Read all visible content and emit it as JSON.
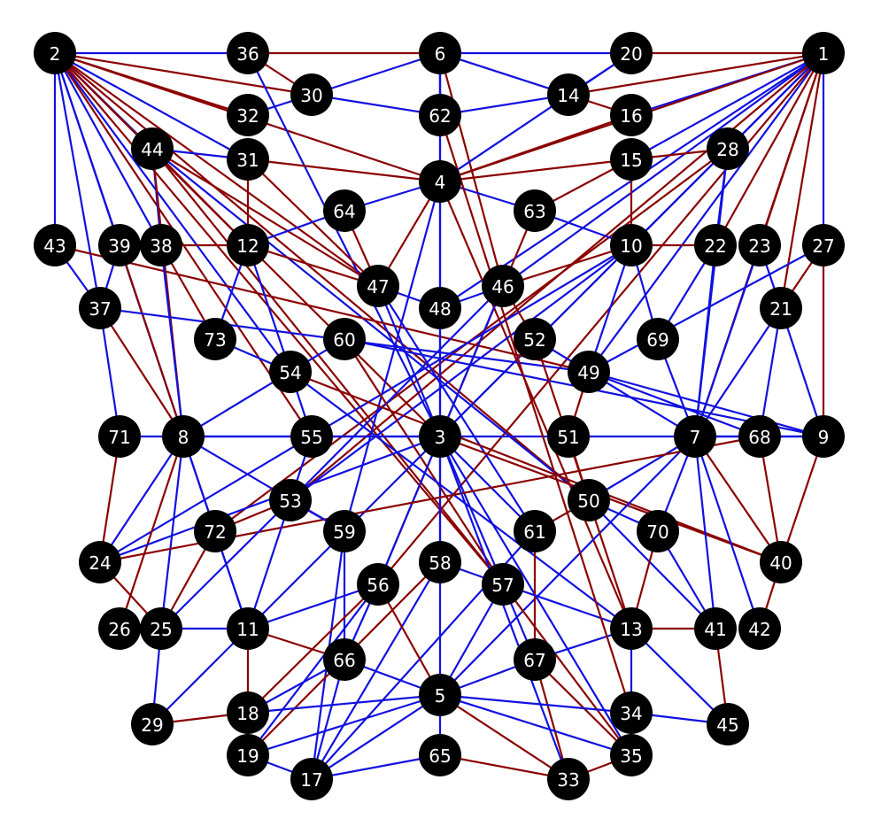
{
  "colors": {
    "blue": "#1010e0",
    "red": "#8b0000",
    "node": "#000000",
    "label": "#ffffff"
  },
  "nodes": [
    "1",
    "2",
    "3",
    "4",
    "5",
    "6",
    "7",
    "8",
    "9",
    "10",
    "11",
    "12",
    "13",
    "14",
    "15",
    "16",
    "17",
    "18",
    "19",
    "20",
    "21",
    "22",
    "23",
    "24",
    "25",
    "26",
    "27",
    "28",
    "29",
    "30",
    "31",
    "32",
    "33",
    "34",
    "35",
    "36",
    "37",
    "38",
    "39",
    "40",
    "41",
    "42",
    "43",
    "44",
    "45",
    "46",
    "47",
    "48",
    "49",
    "50",
    "51",
    "52",
    "53",
    "54",
    "55",
    "56",
    "57",
    "58",
    "59",
    "60",
    "61",
    "62",
    "63",
    "64",
    "65",
    "66",
    "67",
    "68",
    "69",
    "70",
    "71",
    "72",
    "73"
  ],
  "edges": [
    [
      "2",
      "36",
      "blue"
    ],
    [
      "36",
      "6",
      "red"
    ],
    [
      "6",
      "20",
      "blue"
    ],
    [
      "20",
      "1",
      "red"
    ],
    [
      "2",
      "30",
      "red"
    ],
    [
      "2",
      "32",
      "red"
    ],
    [
      "2",
      "31",
      "blue"
    ],
    [
      "2",
      "44",
      "blue"
    ],
    [
      "2",
      "43",
      "blue"
    ],
    [
      "2",
      "37",
      "blue"
    ],
    [
      "2",
      "39",
      "blue"
    ],
    [
      "2",
      "38",
      "blue"
    ],
    [
      "2",
      "12",
      "red"
    ],
    [
      "2",
      "47",
      "red"
    ],
    [
      "2",
      "54",
      "blue"
    ],
    [
      "2",
      "8",
      "blue"
    ],
    [
      "2",
      "4",
      "red"
    ],
    [
      "2",
      "3",
      "red"
    ],
    [
      "2",
      "57",
      "red"
    ],
    [
      "2",
      "50",
      "red"
    ],
    [
      "2",
      "55",
      "red"
    ],
    [
      "6",
      "30",
      "blue"
    ],
    [
      "6",
      "62",
      "blue"
    ],
    [
      "6",
      "14",
      "blue"
    ],
    [
      "6",
      "4",
      "blue"
    ],
    [
      "6",
      "3",
      "blue"
    ],
    [
      "6",
      "46",
      "red"
    ],
    [
      "36",
      "30",
      "red"
    ],
    [
      "36",
      "3",
      "blue"
    ],
    [
      "30",
      "62",
      "blue"
    ],
    [
      "32",
      "30",
      "blue"
    ],
    [
      "20",
      "14",
      "blue"
    ],
    [
      "20",
      "4",
      "blue"
    ],
    [
      "14",
      "1",
      "red"
    ],
    [
      "14",
      "16",
      "red"
    ],
    [
      "14",
      "62",
      "blue"
    ],
    [
      "1",
      "16",
      "blue"
    ],
    [
      "1",
      "15",
      "blue"
    ],
    [
      "1",
      "28",
      "blue"
    ],
    [
      "1",
      "10",
      "blue"
    ],
    [
      "1",
      "22",
      "red"
    ],
    [
      "1",
      "23",
      "red"
    ],
    [
      "1",
      "27",
      "blue"
    ],
    [
      "1",
      "21",
      "red"
    ],
    [
      "1",
      "46",
      "blue"
    ],
    [
      "1",
      "49",
      "blue"
    ],
    [
      "1",
      "53",
      "red"
    ],
    [
      "1",
      "3",
      "blue"
    ],
    [
      "1",
      "56",
      "red"
    ],
    [
      "1",
      "4",
      "red"
    ],
    [
      "1",
      "48",
      "blue"
    ],
    [
      "1",
      "7",
      "red"
    ],
    [
      "16",
      "4",
      "red"
    ],
    [
      "44",
      "31",
      "blue"
    ],
    [
      "44",
      "38",
      "blue"
    ],
    [
      "44",
      "12",
      "red"
    ],
    [
      "44",
      "47",
      "red"
    ],
    [
      "44",
      "57",
      "red"
    ],
    [
      "44",
      "50",
      "blue"
    ],
    [
      "44",
      "8",
      "red"
    ],
    [
      "31",
      "4",
      "red"
    ],
    [
      "31",
      "12",
      "red"
    ],
    [
      "31",
      "47",
      "red"
    ],
    [
      "15",
      "4",
      "red"
    ],
    [
      "15",
      "63",
      "red"
    ],
    [
      "15",
      "10",
      "red"
    ],
    [
      "28",
      "7",
      "blue"
    ],
    [
      "28",
      "22",
      "blue"
    ],
    [
      "28",
      "3",
      "blue"
    ],
    [
      "28",
      "15",
      "red"
    ],
    [
      "28",
      "72",
      "red"
    ],
    [
      "4",
      "64",
      "blue"
    ],
    [
      "4",
      "63",
      "blue"
    ],
    [
      "4",
      "48",
      "blue"
    ],
    [
      "4",
      "47",
      "red"
    ],
    [
      "4",
      "59",
      "blue"
    ],
    [
      "4",
      "13",
      "red"
    ],
    [
      "64",
      "47",
      "red"
    ],
    [
      "64",
      "12",
      "blue"
    ],
    [
      "63",
      "10",
      "blue"
    ],
    [
      "63",
      "56",
      "red"
    ],
    [
      "43",
      "37",
      "blue"
    ],
    [
      "43",
      "49",
      "red"
    ],
    [
      "39",
      "37",
      "blue"
    ],
    [
      "39",
      "8",
      "red"
    ],
    [
      "38",
      "12",
      "red"
    ],
    [
      "38",
      "73",
      "red"
    ],
    [
      "38",
      "8",
      "blue"
    ],
    [
      "12",
      "73",
      "blue"
    ],
    [
      "12",
      "47",
      "red"
    ],
    [
      "12",
      "54",
      "blue"
    ],
    [
      "10",
      "22",
      "red"
    ],
    [
      "10",
      "46",
      "red"
    ],
    [
      "10",
      "69",
      "blue"
    ],
    [
      "10",
      "49",
      "blue"
    ],
    [
      "10",
      "24",
      "blue"
    ],
    [
      "10",
      "53",
      "blue"
    ],
    [
      "22",
      "7",
      "blue"
    ],
    [
      "22",
      "69",
      "blue"
    ],
    [
      "23",
      "21",
      "blue"
    ],
    [
      "23",
      "7",
      "blue"
    ],
    [
      "27",
      "21",
      "red"
    ],
    [
      "27",
      "9",
      "red"
    ],
    [
      "27",
      "49",
      "blue"
    ],
    [
      "37",
      "71",
      "blue"
    ],
    [
      "37",
      "8",
      "red"
    ],
    [
      "37",
      "49",
      "blue"
    ],
    [
      "47",
      "48",
      "blue"
    ],
    [
      "47",
      "3",
      "blue"
    ],
    [
      "47",
      "61",
      "blue"
    ],
    [
      "48",
      "3",
      "blue"
    ],
    [
      "48",
      "46",
      "blue"
    ],
    [
      "46",
      "52",
      "red"
    ],
    [
      "46",
      "53",
      "blue"
    ],
    [
      "46",
      "3",
      "blue"
    ],
    [
      "21",
      "7",
      "blue"
    ],
    [
      "21",
      "9",
      "blue"
    ],
    [
      "21",
      "68",
      "blue"
    ],
    [
      "73",
      "54",
      "blue"
    ],
    [
      "60",
      "9",
      "blue"
    ],
    [
      "60",
      "57",
      "red"
    ],
    [
      "60",
      "8",
      "blue"
    ],
    [
      "52",
      "49",
      "blue"
    ],
    [
      "52",
      "50",
      "red"
    ],
    [
      "69",
      "7",
      "blue"
    ],
    [
      "54",
      "55",
      "blue"
    ],
    [
      "54",
      "40",
      "red"
    ],
    [
      "54",
      "13",
      "blue"
    ],
    [
      "49",
      "51",
      "red"
    ],
    [
      "49",
      "9",
      "blue"
    ],
    [
      "49",
      "7",
      "blue"
    ],
    [
      "49",
      "68",
      "blue"
    ],
    [
      "71",
      "8",
      "blue"
    ],
    [
      "71",
      "24",
      "red"
    ],
    [
      "8",
      "55",
      "blue"
    ],
    [
      "8",
      "3",
      "blue"
    ],
    [
      "8",
      "72",
      "blue"
    ],
    [
      "8",
      "25",
      "blue"
    ],
    [
      "8",
      "26",
      "red"
    ],
    [
      "8",
      "24",
      "blue"
    ],
    [
      "8",
      "11",
      "blue"
    ],
    [
      "8",
      "59",
      "blue"
    ],
    [
      "55",
      "53",
      "blue"
    ],
    [
      "55",
      "3",
      "blue"
    ],
    [
      "3",
      "51",
      "blue"
    ],
    [
      "3",
      "58",
      "blue"
    ],
    [
      "3",
      "57",
      "blue"
    ],
    [
      "3",
      "61",
      "blue"
    ],
    [
      "3",
      "56",
      "blue"
    ],
    [
      "3",
      "5",
      "blue"
    ],
    [
      "3",
      "24",
      "blue"
    ],
    [
      "3",
      "11",
      "blue"
    ],
    [
      "3",
      "35",
      "blue"
    ],
    [
      "3",
      "40",
      "red"
    ],
    [
      "51",
      "7",
      "blue"
    ],
    [
      "51",
      "50",
      "red"
    ],
    [
      "7",
      "68",
      "blue"
    ],
    [
      "7",
      "9",
      "blue"
    ],
    [
      "7",
      "50",
      "blue"
    ],
    [
      "7",
      "70",
      "blue"
    ],
    [
      "7",
      "41",
      "blue"
    ],
    [
      "7",
      "42",
      "blue"
    ],
    [
      "7",
      "40",
      "red"
    ],
    [
      "7",
      "5",
      "blue"
    ],
    [
      "68",
      "9",
      "blue"
    ],
    [
      "68",
      "40",
      "red"
    ],
    [
      "68",
      "24",
      "red"
    ],
    [
      "9",
      "40",
      "red"
    ],
    [
      "53",
      "72",
      "red"
    ],
    [
      "53",
      "59",
      "blue"
    ],
    [
      "53",
      "25",
      "blue"
    ],
    [
      "53",
      "11",
      "blue"
    ],
    [
      "72",
      "11",
      "blue"
    ],
    [
      "72",
      "25",
      "red"
    ],
    [
      "59",
      "66",
      "blue"
    ],
    [
      "59",
      "17",
      "blue"
    ],
    [
      "50",
      "61",
      "red"
    ],
    [
      "50",
      "70",
      "blue"
    ],
    [
      "50",
      "41",
      "blue"
    ],
    [
      "50",
      "13",
      "red"
    ],
    [
      "61",
      "67",
      "red"
    ],
    [
      "61",
      "17",
      "blue"
    ],
    [
      "70",
      "13",
      "red"
    ],
    [
      "70",
      "41",
      "blue"
    ],
    [
      "40",
      "42",
      "red"
    ],
    [
      "24",
      "25",
      "red"
    ],
    [
      "58",
      "57",
      "blue"
    ],
    [
      "58",
      "17",
      "blue"
    ],
    [
      "58",
      "19",
      "red"
    ],
    [
      "57",
      "67",
      "blue"
    ],
    [
      "57",
      "13",
      "blue"
    ],
    [
      "57",
      "35",
      "red"
    ],
    [
      "57",
      "5",
      "blue"
    ],
    [
      "56",
      "11",
      "blue"
    ],
    [
      "56",
      "66",
      "blue"
    ],
    [
      "56",
      "18",
      "red"
    ],
    [
      "56",
      "5",
      "red"
    ],
    [
      "56",
      "19",
      "blue"
    ],
    [
      "26",
      "25",
      "red"
    ],
    [
      "25",
      "11",
      "blue"
    ],
    [
      "25",
      "29",
      "blue"
    ],
    [
      "11",
      "66",
      "red"
    ],
    [
      "11",
      "18",
      "red"
    ],
    [
      "11",
      "29",
      "blue"
    ],
    [
      "13",
      "41",
      "red"
    ],
    [
      "13",
      "34",
      "blue"
    ],
    [
      "13",
      "45",
      "blue"
    ],
    [
      "13",
      "67",
      "blue"
    ],
    [
      "41",
      "45",
      "red"
    ],
    [
      "66",
      "5",
      "blue"
    ],
    [
      "66",
      "18",
      "blue"
    ],
    [
      "66",
      "17",
      "blue"
    ],
    [
      "67",
      "5",
      "blue"
    ],
    [
      "67",
      "35",
      "red"
    ],
    [
      "67",
      "33",
      "red"
    ],
    [
      "5",
      "65",
      "blue"
    ],
    [
      "5",
      "18",
      "blue"
    ],
    [
      "5",
      "19",
      "blue"
    ],
    [
      "5",
      "17",
      "blue"
    ],
    [
      "5",
      "34",
      "blue"
    ],
    [
      "5",
      "35",
      "blue"
    ],
    [
      "5",
      "33",
      "red"
    ],
    [
      "18",
      "29",
      "red"
    ],
    [
      "18",
      "19",
      "red"
    ],
    [
      "19",
      "17",
      "blue"
    ],
    [
      "17",
      "65",
      "blue"
    ],
    [
      "65",
      "33",
      "red"
    ],
    [
      "33",
      "35",
      "red"
    ],
    [
      "33",
      "3",
      "blue"
    ],
    [
      "34",
      "45",
      "blue"
    ],
    [
      "34",
      "62",
      "red"
    ]
  ]
}
